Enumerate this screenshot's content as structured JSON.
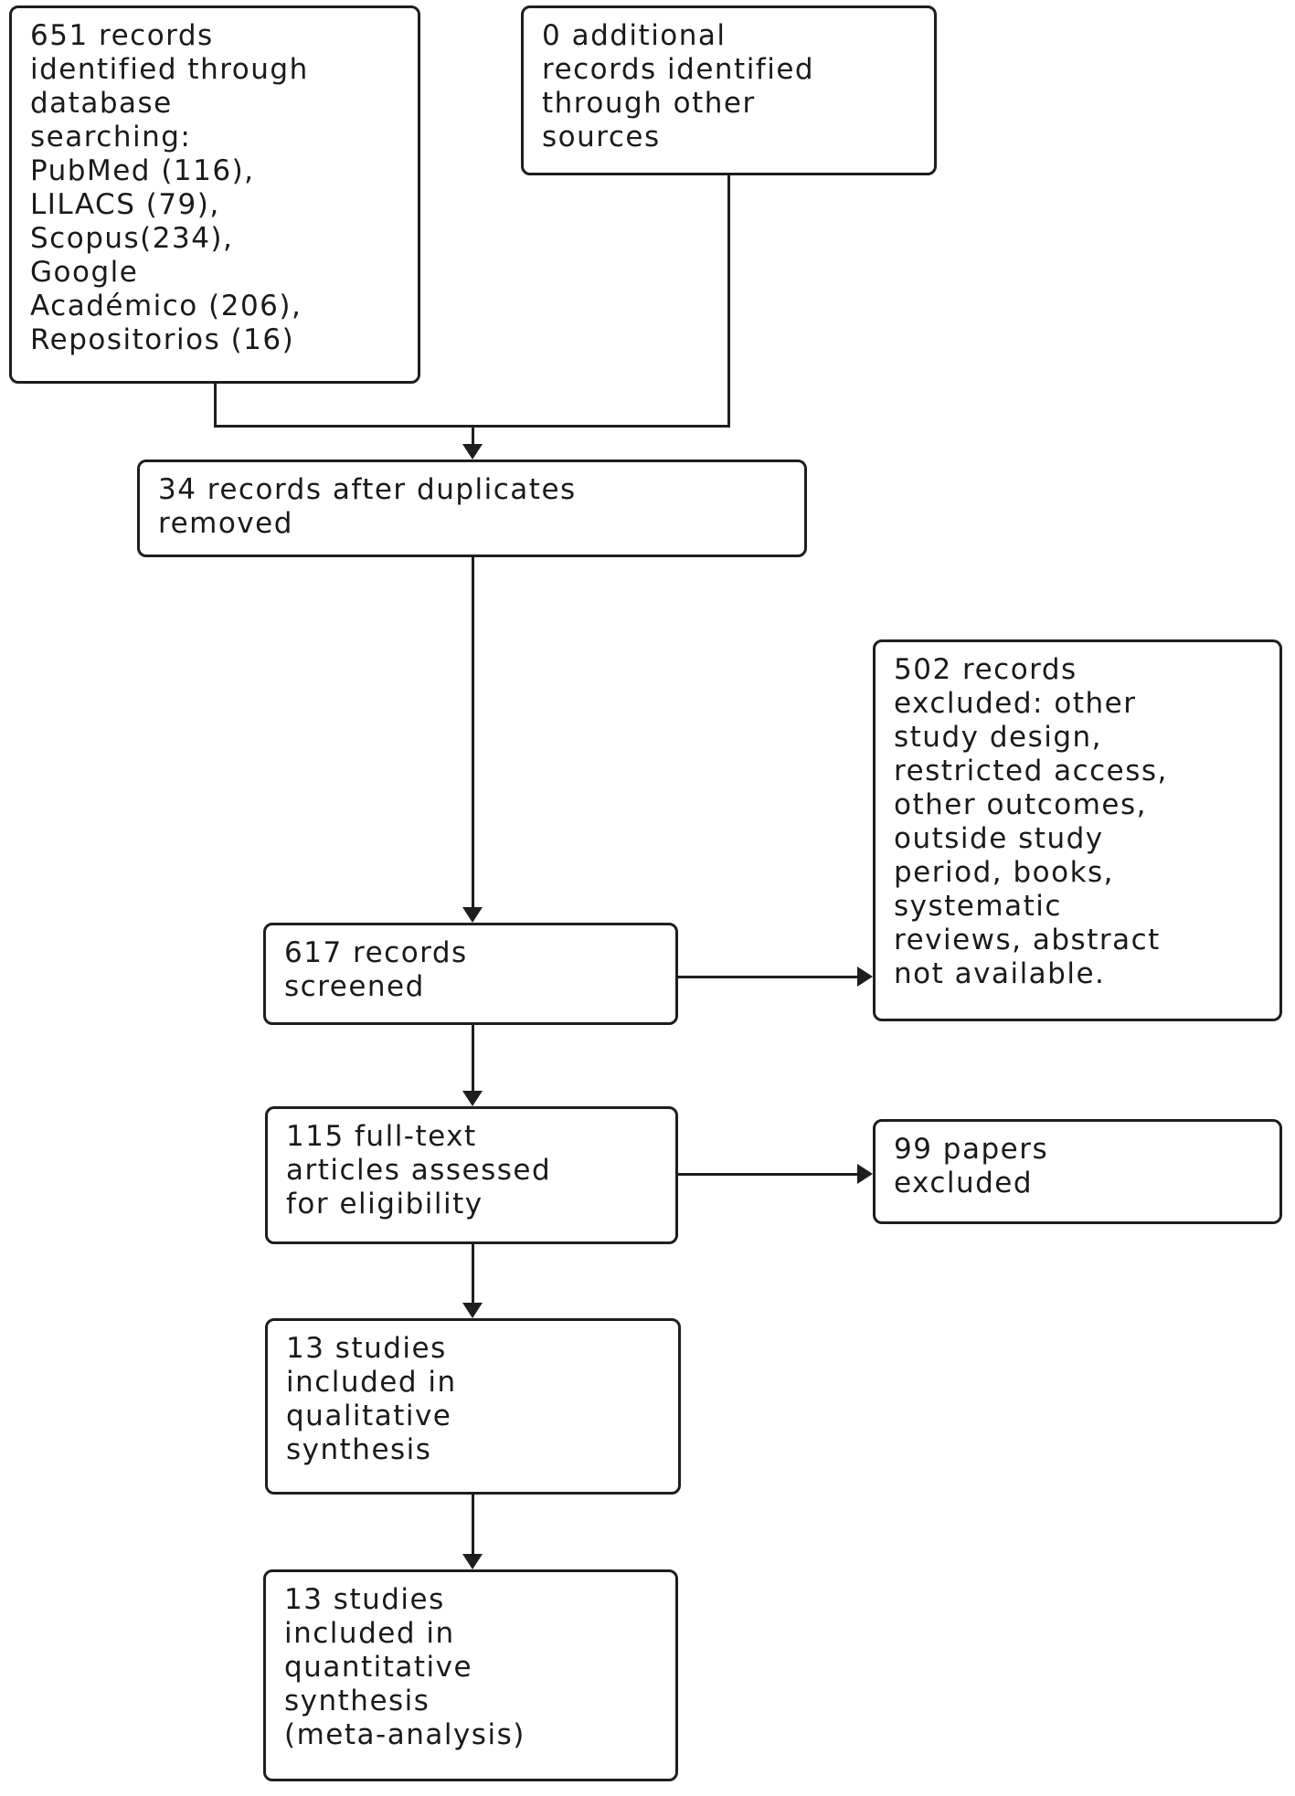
{
  "figure": {
    "type": "prisma-flow-diagram",
    "colors": {
      "line": "#1e1e1e",
      "text": "#1a1a1a",
      "background": "#ffffff"
    },
    "boxes": {
      "identification_database": "651 records\nidentified through\ndatabase\nsearching:\nPubMed (116),\nLILACS (79),\nScopus(234),\nGoogle\nAcadémico (206),\nRepositorios (16)",
      "identification_other": "0 additional\nrecords identified\nthrough other\nsources",
      "after_duplicates": "34 records after duplicates\nremoved",
      "screened": "617 records\nscreened",
      "records_excluded": "502 records\nexcluded: other\nstudy design,\nrestricted access,\nother outcomes,\noutside study\nperiod, books,\nsystematic\nreviews, abstract\nnot available.",
      "fulltext_assessed": "115 full-text\narticles assessed\nfor eligibility",
      "papers_excluded": "99 papers\nexcluded",
      "qualitative_synthesis": "13 studies\nincluded in\nqualitative\nsynthesis",
      "quantitative_synthesis": "13 studies\nincluded in\nquantitative\nsynthesis\n(meta-analysis)"
    }
  }
}
